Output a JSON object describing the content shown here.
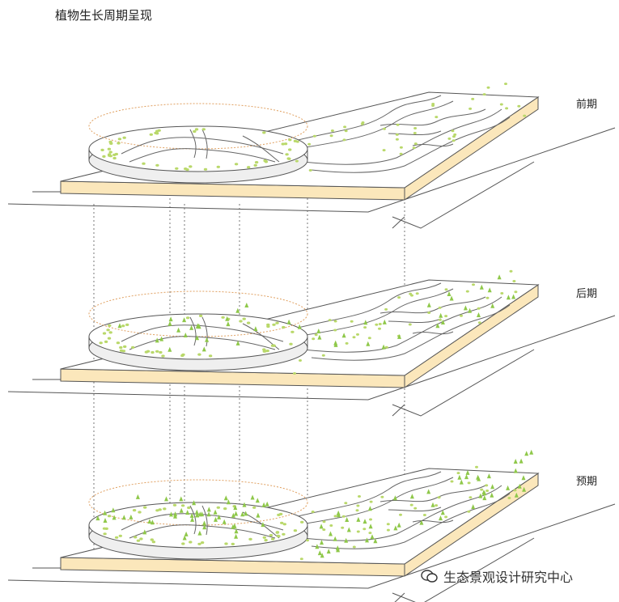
{
  "title": "植物生长周期呈现",
  "stages": [
    {
      "id": "early",
      "label": "前期",
      "tree_density": 0
    },
    {
      "id": "late",
      "label": "后期",
      "tree_density": 0.45
    },
    {
      "id": "plan",
      "label": "预期",
      "tree_density": 1
    }
  ],
  "watermark": {
    "icon": "wechat-icon",
    "text": "生态景观设计研究中心"
  },
  "colors": {
    "slab_edge": "#fbe7bb",
    "dot_green": "#b9d86a",
    "tree_green": "#8fc84a",
    "line": "#555555",
    "orange_dash": "#e0a060"
  }
}
